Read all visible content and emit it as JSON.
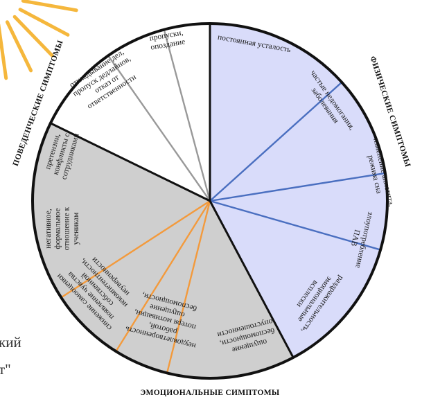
{
  "colors": {
    "physical_fill": "#d9dcfa",
    "physical_lines": "#4a6fc0",
    "emotional_fill": "#cfcfcf",
    "emotional_lines": "#f39a3c",
    "behavioral_fill": "#ffffff",
    "behavioral_lines": "#999999",
    "outline": "#111111",
    "sun": "#f5b73c"
  },
  "categories": {
    "physical": "ФИЗИЧЕСКИЕ СИМПТОМЫ",
    "emotional": "ЭМОЦИОНАЛЬНЫЕ СИМПТОМЫ",
    "behavioral": "ПОВЕДЕНЧЕСКИЕ СИМПТОМЫ"
  },
  "segments": [
    {
      "id": "fatigue",
      "group": "physical",
      "lines": [
        "постоянная усталость"
      ]
    },
    {
      "id": "illness",
      "group": "physical",
      "lines": [
        "частые недомогания,",
        "заболевания"
      ]
    },
    {
      "id": "appetite",
      "group": "physical",
      "lines": [
        "изменение аппетита,",
        "режима сна"
      ]
    },
    {
      "id": "substances",
      "group": "physical",
      "lines": [
        "злоупотребление",
        "ПАВ"
      ]
    },
    {
      "id": "irritability",
      "group": "emotional",
      "lines": [
        "раздражительность,",
        "эмоциональные",
        "всплески"
      ]
    },
    {
      "id": "anxiety",
      "group": "emotional",
      "lines": [
        "ощущение",
        "беспомощности,",
        "опустошенности"
      ]
    },
    {
      "id": "dissatisfaction",
      "group": "emotional",
      "lines": [
        "неудовлетворенность",
        "работой,",
        "потеря мотивации,",
        "ощущение",
        "беспомощности,"
      ]
    },
    {
      "id": "selfesteem",
      "group": "emotional",
      "lines": [
        "снижение самооценки",
        "появление чувства",
        "собственной",
        "некомпетентности,",
        "неуверенности"
      ]
    },
    {
      "id": "students",
      "group": "behavioral",
      "lines": [
        "негативное,",
        "формальное",
        "отношение к",
        "ученикам"
      ]
    },
    {
      "id": "conflicts",
      "group": "behavioral",
      "lines": [
        "претензии,",
        "конфликты с",
        "сотрудниками"
      ]
    },
    {
      "id": "procrastination",
      "group": "behavioral",
      "lines": [
        "откладывание дел,",
        "пропуск дедлайнов,",
        "отказ от",
        "ответственности"
      ]
    },
    {
      "id": "absences",
      "group": "behavioral",
      "lines": [
        "пропуски,",
        "опоздание"
      ]
    }
  ],
  "edge_text": {
    "line1": "кий",
    "line2": "т\""
  }
}
